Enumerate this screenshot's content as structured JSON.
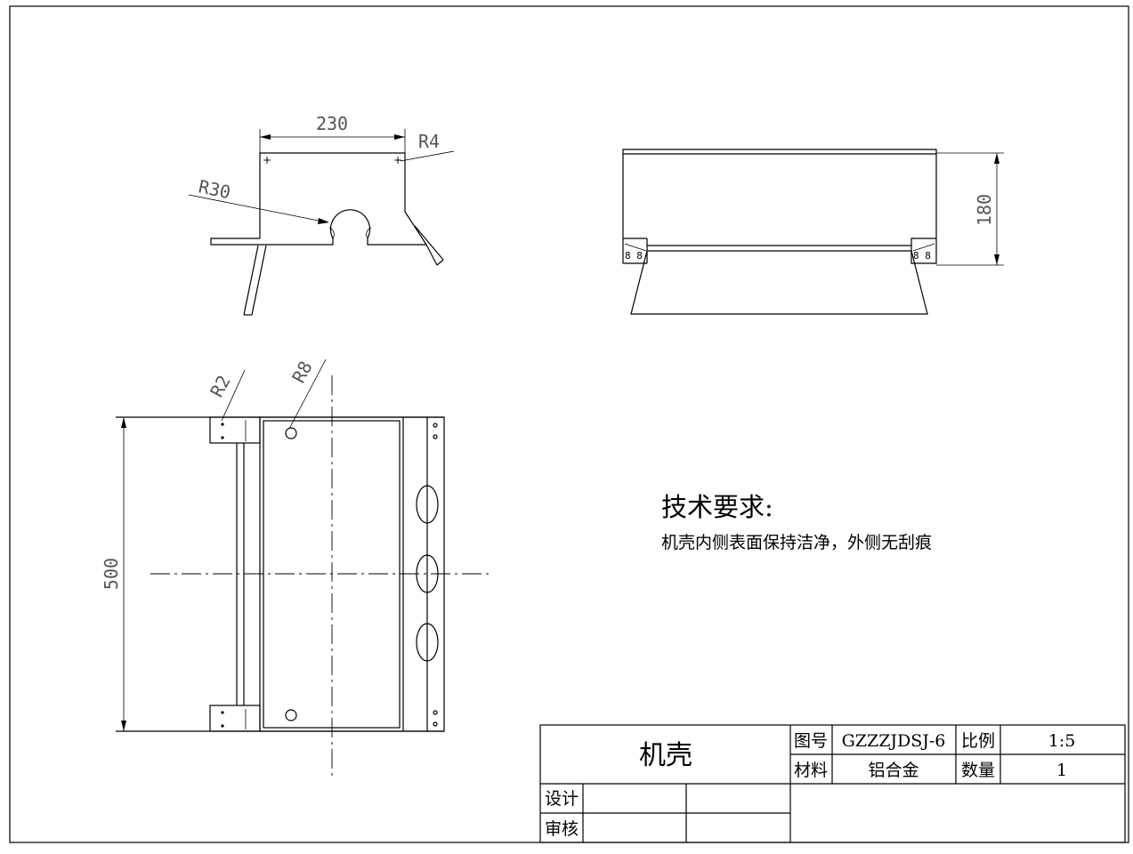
{
  "drawing": {
    "dimensions": {
      "top_width": "230",
      "radius_corner": "R4",
      "radius_arch": "R30",
      "side_height": "180",
      "radius_small": "R2",
      "radius_hole": "R8",
      "front_height": "500"
    },
    "requirements": {
      "heading": "技术要求:",
      "text": "机壳内侧表面保持洁净，外侧无刮痕"
    }
  },
  "title_block": {
    "part_name": "机壳",
    "drawing_no_label": "图号",
    "drawing_no": "GZZZJDSJ-6",
    "scale_label": "比例",
    "scale": "1:5",
    "material_label": "材料",
    "material": "铝合金",
    "quantity_label": "数量",
    "quantity": "1",
    "design_label": "设计",
    "review_label": "审核"
  }
}
